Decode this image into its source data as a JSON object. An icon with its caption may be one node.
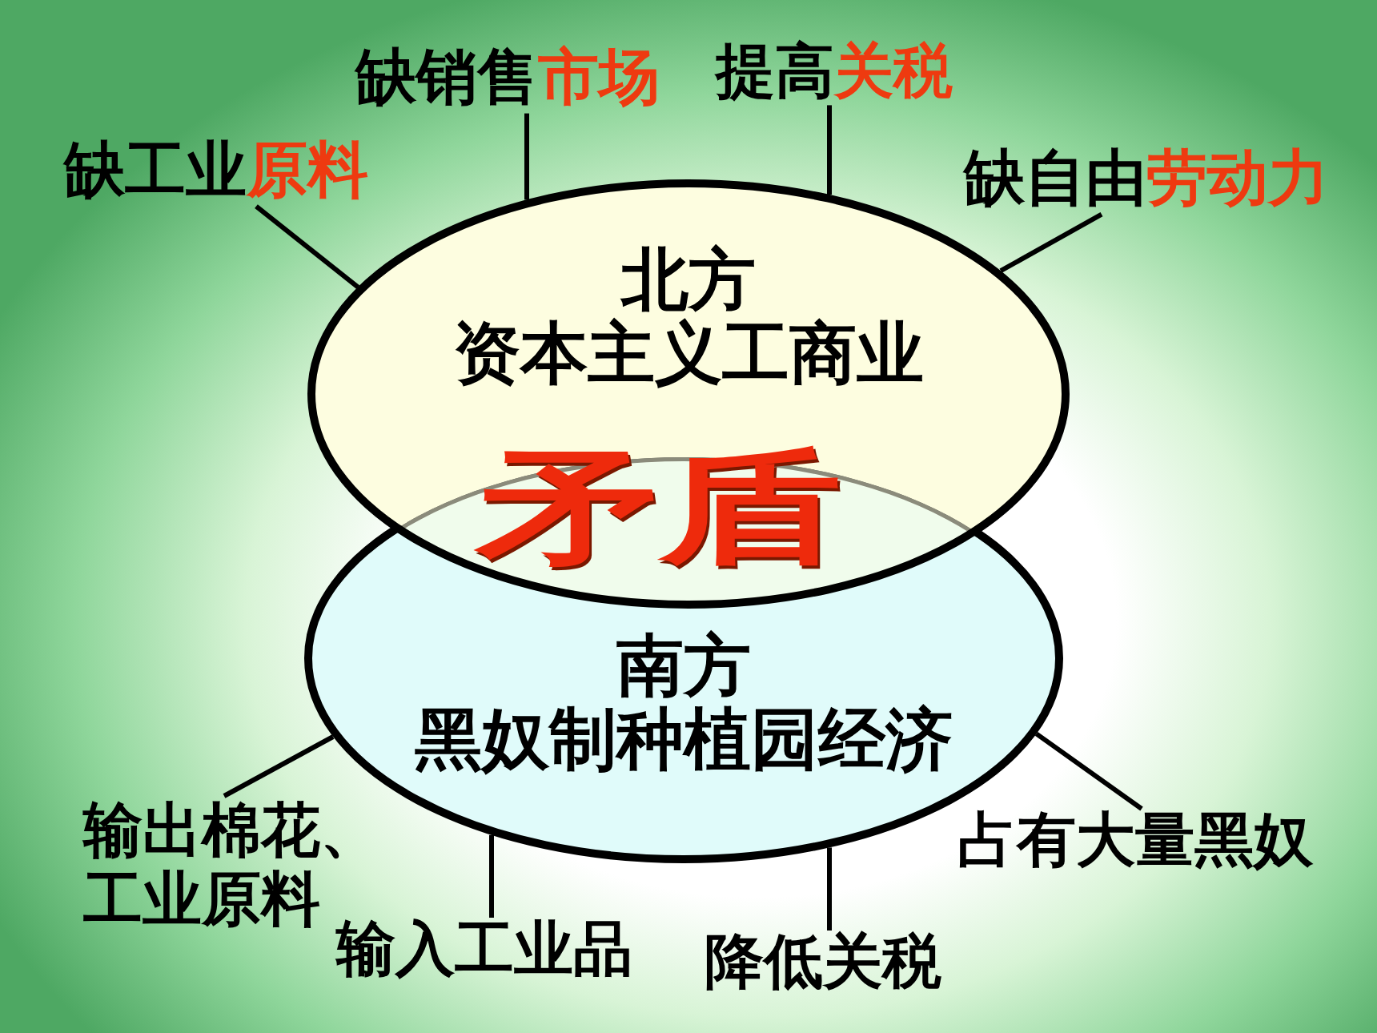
{
  "diagram": {
    "nodes": [
      {
        "text": [
          "缺销售**市场**"
        ]
      },
      {
        "text": [
          "提高**关税**"
        ]
      },
      {
        "text": [
          "缺工业**原料**"
        ]
      },
      {
        "text": [
          "缺自由**劳动力**"
        ]
      },
      {
        "text": [
          "北方",
          "资本主义工商业"
        ]
      },
      {
        "text": [
          "南方",
          "黑奴制种植园经济"
        ]
      },
      {
        "text": [
          "输出棉花、工业原料"
        ]
      },
      {
        "text": [
          "占有大量黑奴"
        ]
      },
      {
        "text": [
          "输入工业品"
        ]
      },
      {
        "text": [
          "降低关税"
        ]
      }
    ],
    "edges": [
      {
        "from": 0,
        "to": 4,
        "arrow": "none"
      },
      {
        "from": 1,
        "to": 4,
        "arrow": "none"
      },
      {
        "from": 2,
        "to": 4,
        "arrow": "none"
      },
      {
        "from": 3,
        "to": 4,
        "arrow": "none"
      },
      {
        "from": 6,
        "to": 5,
        "arrow": "none"
      },
      {
        "from": 7,
        "to": 5,
        "arrow": "none"
      },
      {
        "from": 8,
        "to": 5,
        "arrow": "none"
      },
      {
        "from": 9,
        "to": 5,
        "arrow": "none"
      }
    ],
    "labels": [
      "矛盾"
    ]
  }
}
